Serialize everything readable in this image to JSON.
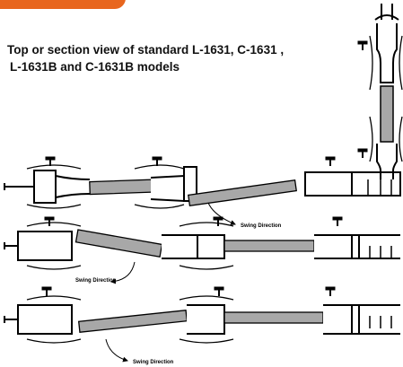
{
  "colors": {
    "accent": "#e8661e",
    "line": "#000000",
    "panel": "#a8a8a8"
  },
  "title": {
    "line1": "Top or section view of standard L-1631, C-1631 ,",
    "line2": "L-1631B and C-1631B models"
  },
  "diagram": {
    "rows": [
      {
        "row": 1,
        "label": "Swing Direction"
      },
      {
        "row": 2,
        "label": "Swing Direction"
      },
      {
        "row": 3,
        "label": "Swing Direction"
      }
    ]
  }
}
